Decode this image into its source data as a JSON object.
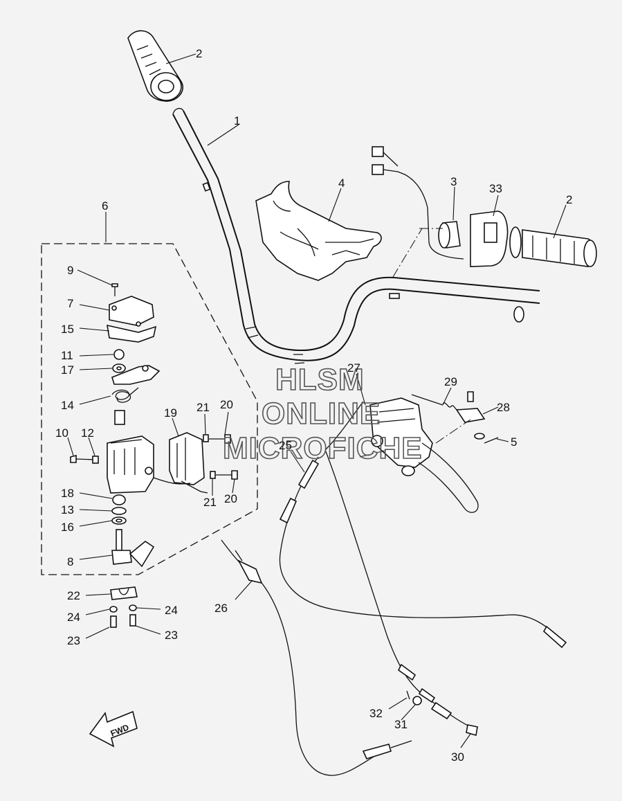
{
  "labels": [
    {
      "text": "1"
    },
    {
      "text": "2"
    },
    {
      "text": "2"
    },
    {
      "text": "3"
    },
    {
      "text": "33"
    },
    {
      "text": "4"
    },
    {
      "text": "5"
    },
    {
      "text": "6"
    },
    {
      "text": "7"
    },
    {
      "text": "8"
    },
    {
      "text": "9"
    },
    {
      "text": "10"
    },
    {
      "text": "11"
    },
    {
      "text": "12"
    },
    {
      "text": "13"
    },
    {
      "text": "14"
    },
    {
      "text": "15"
    },
    {
      "text": "16"
    },
    {
      "text": "17"
    },
    {
      "text": "18"
    },
    {
      "text": "19"
    },
    {
      "text": "20"
    },
    {
      "text": "20"
    },
    {
      "text": "21"
    },
    {
      "text": "21"
    },
    {
      "text": "22"
    },
    {
      "text": "23"
    },
    {
      "text": "23"
    },
    {
      "text": "24"
    },
    {
      "text": "24"
    },
    {
      "text": "25"
    },
    {
      "text": "26"
    },
    {
      "text": "27"
    },
    {
      "text": "28"
    },
    {
      "text": "29"
    },
    {
      "text": "30"
    },
    {
      "text": "31"
    },
    {
      "text": "32"
    }
  ],
  "watermark": {
    "line1": "HLSM",
    "line2": "ONLINE",
    "line3": "MICROFICHE"
  },
  "fwd_arrow": {
    "text": "FWD"
  }
}
